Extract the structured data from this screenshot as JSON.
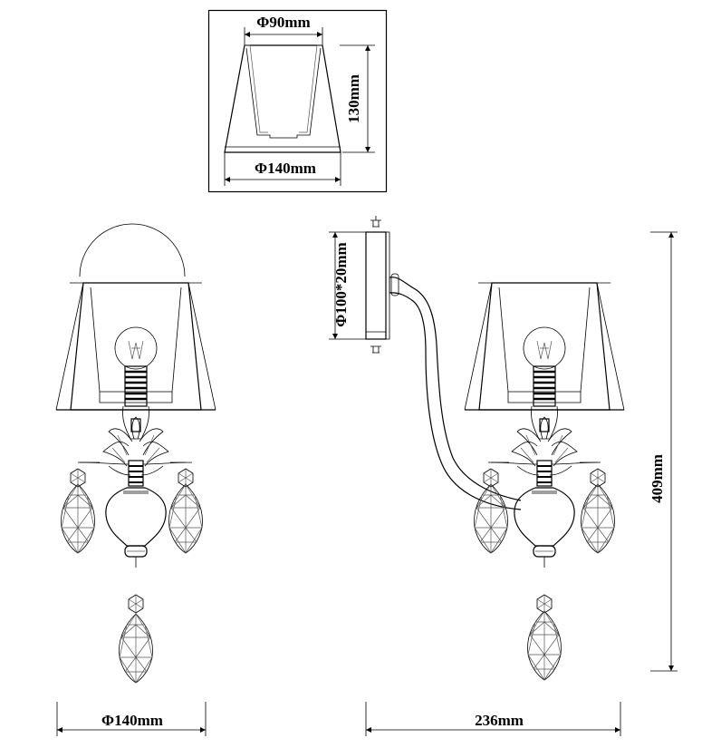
{
  "dimensions": {
    "shade_top_diameter": "Φ90mm",
    "shade_height": "130mm",
    "shade_bottom_diameter": "Φ140mm",
    "base_plate": "Φ100*20mm",
    "total_height": "409mm",
    "front_width": "Φ140mm",
    "side_depth": "236mm"
  }
}
